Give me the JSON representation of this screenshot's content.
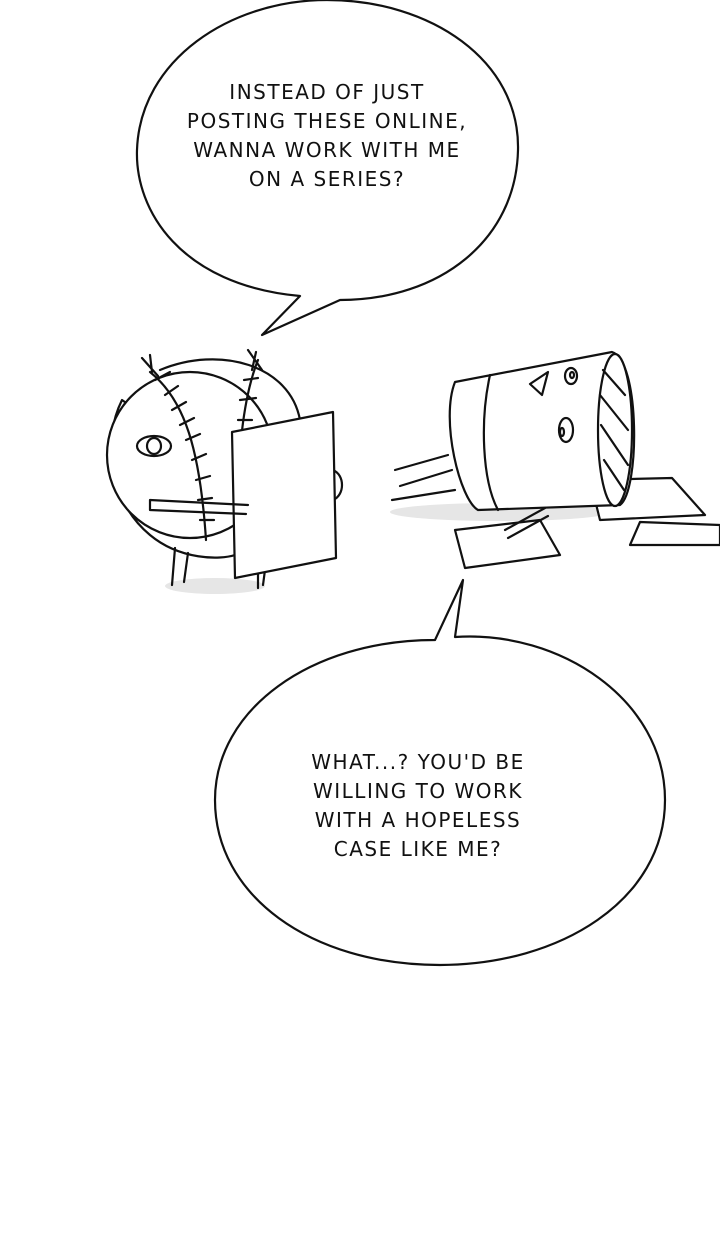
{
  "panel": {
    "bubble_top": {
      "speaker": "stitched-ball-character",
      "lines": [
        "INSTEAD OF JUST",
        "POSTING THESE ONLINE,",
        "WANNA WORK WITH ME",
        "ON A SERIES?"
      ]
    },
    "bubble_bottom": {
      "speaker": "cup-character",
      "lines": [
        "WHAT...? YOU'D BE",
        "WILLING TO WORK",
        "WITH A HOPELESS",
        "CASE LIKE ME?"
      ]
    }
  },
  "colors": {
    "background": "#ffffff",
    "ink": "#111111",
    "shadow": "#e6e6e6"
  }
}
